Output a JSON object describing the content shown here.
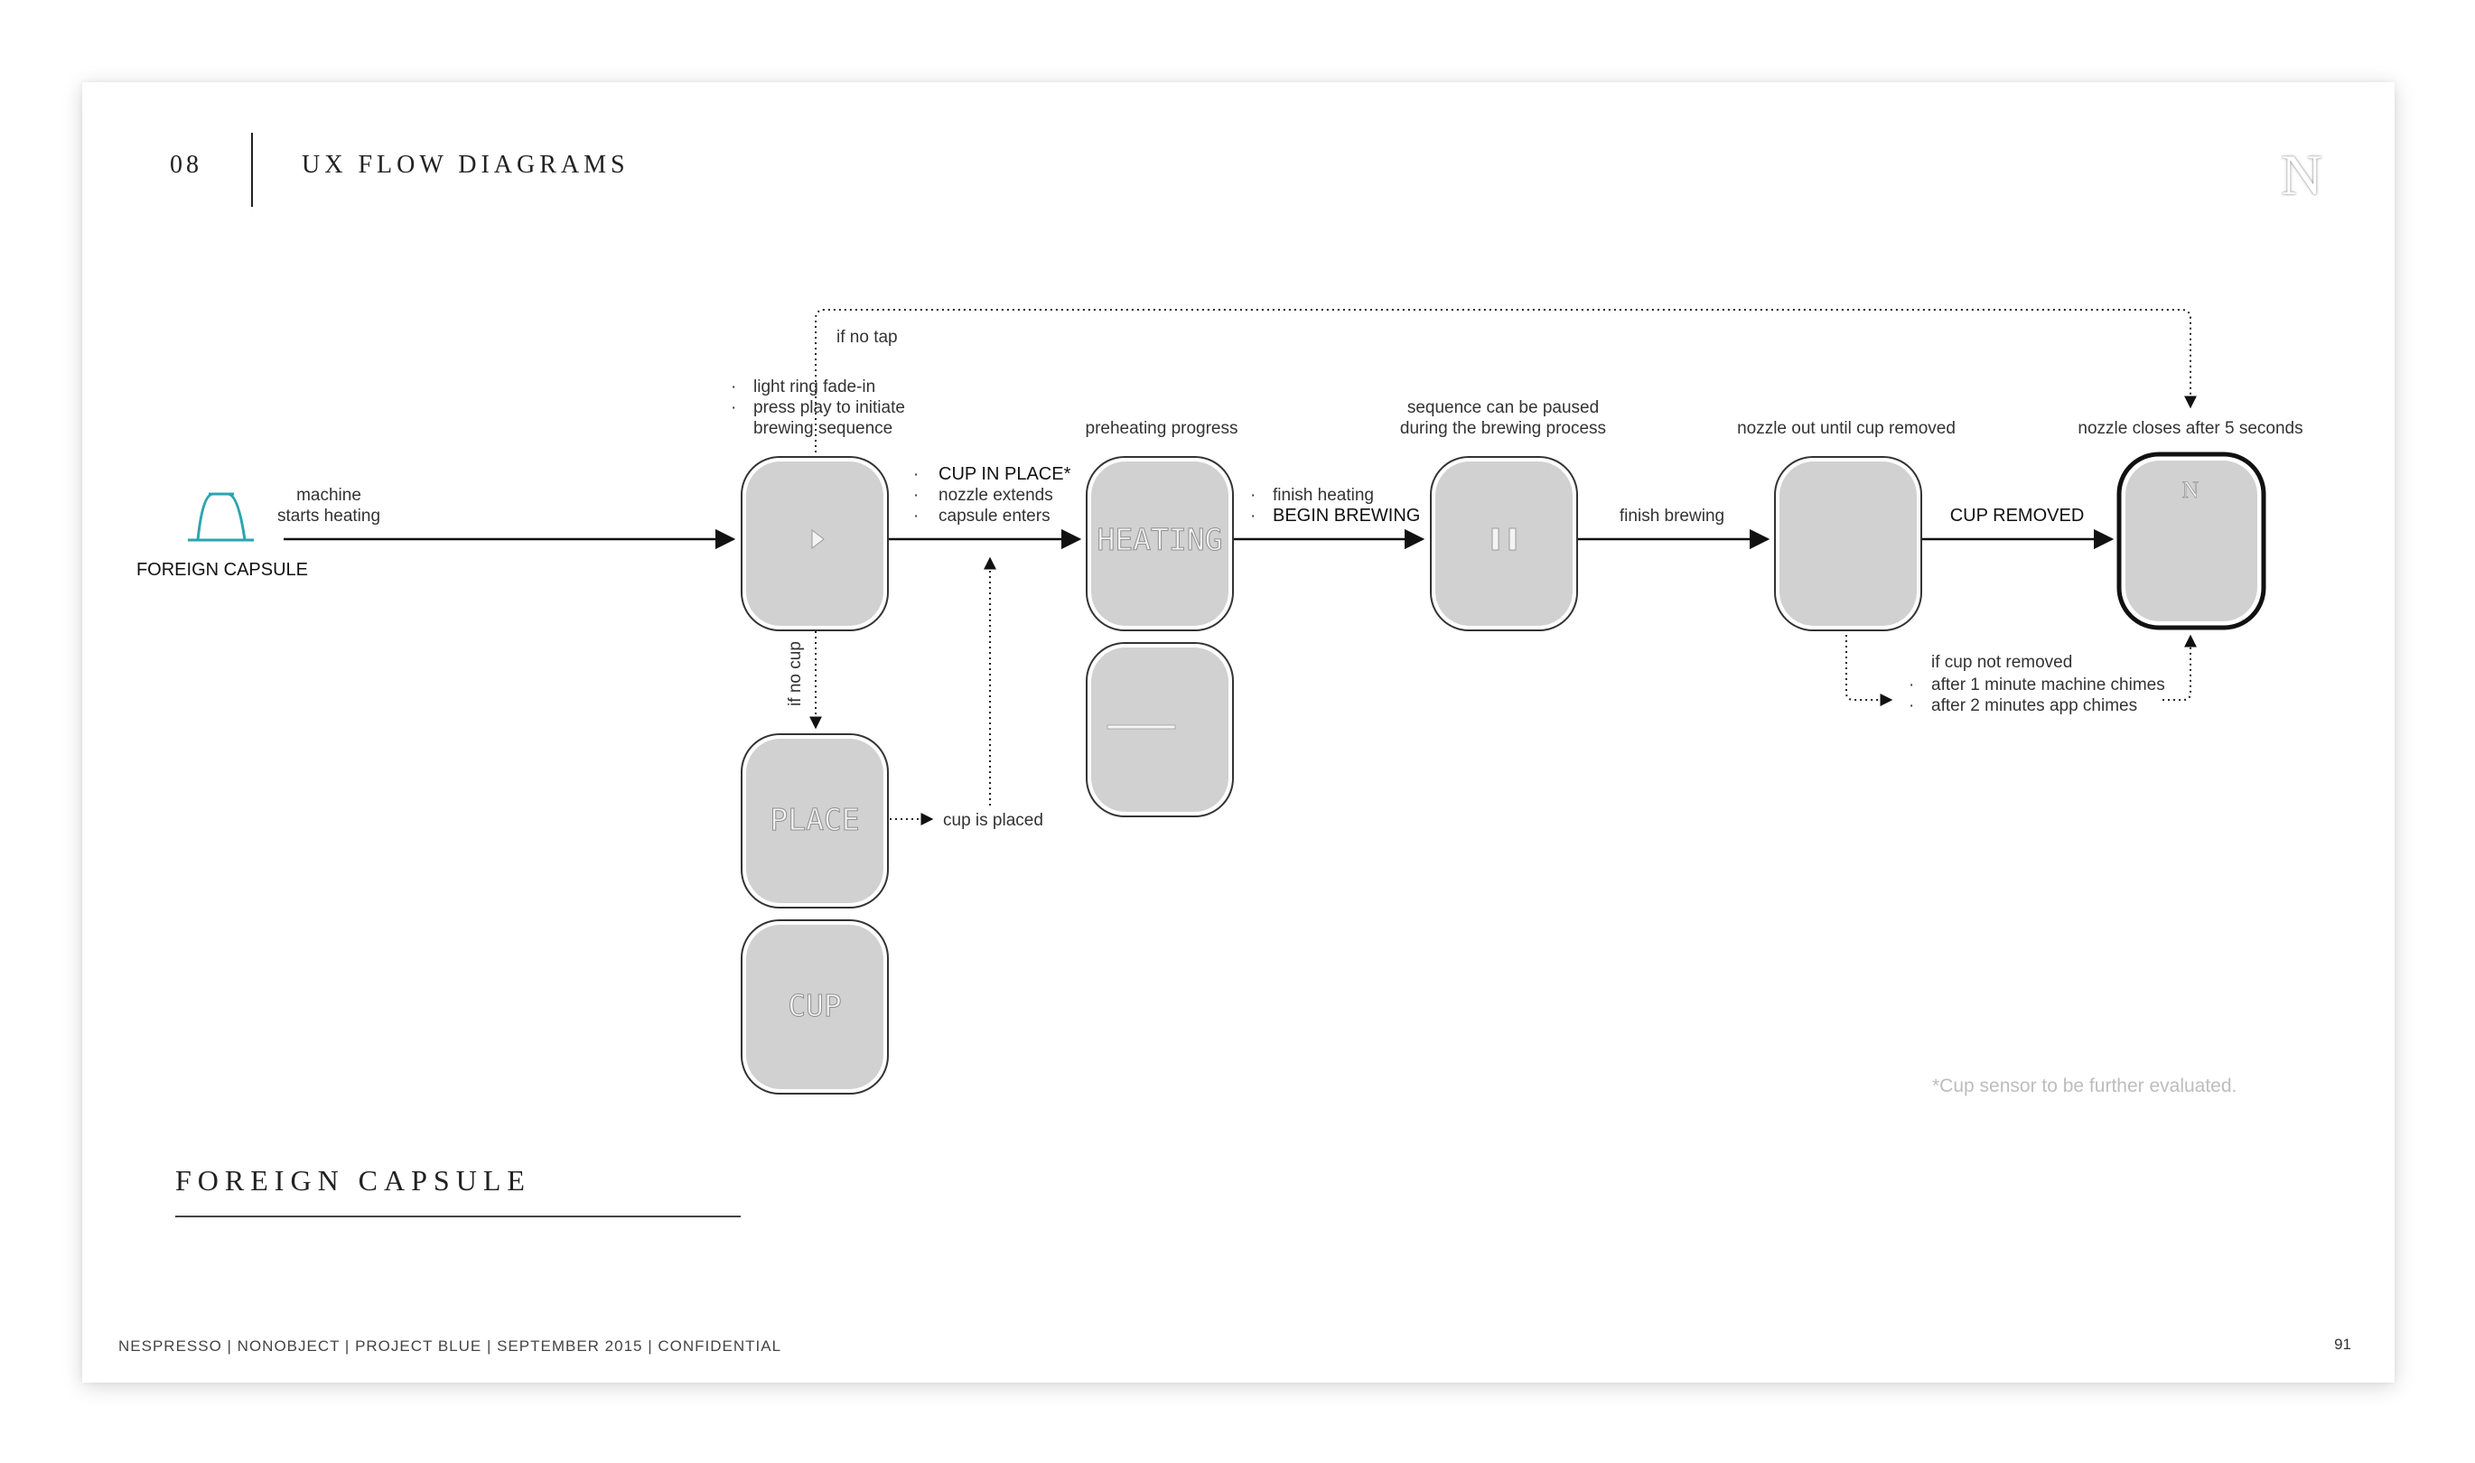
{
  "header": {
    "section_number": "08",
    "section_title": "UX FLOW DIAGRAMS",
    "logo_glyph": "N"
  },
  "diagram": {
    "title": "FOREIGN CAPSULE",
    "start_node": {
      "label": "FOREIGN CAPSULE",
      "icon": "capsule-icon",
      "icon_color": "#2aa5b0"
    },
    "labels": {
      "machine": "machine",
      "starts_heating": "starts heating",
      "if_no_tap": "if no tap",
      "fade_in": "light ring fade-in",
      "press_play_1": "press play to initiate",
      "press_play_2": "brewing sequence",
      "cup_in_place": "CUP IN PLACE*",
      "nozzle_extends": "nozzle extends",
      "capsule_enters": "capsule enters",
      "preheating": "preheating progress",
      "finish_heating": "finish heating",
      "begin_brewing": "BEGIN BREWING",
      "paused_1": "sequence can be paused",
      "paused_2": "during the brewing process",
      "finish_brewing": "finish brewing",
      "nozzle_out": "nozzle out until cup removed",
      "cup_removed": "CUP REMOVED",
      "nozzle_closes": "nozzle closes after 5 seconds",
      "if_no_cup": "if no cup",
      "cup_is_placed": "cup is placed",
      "if_cup_not_removed": "if cup not removed",
      "after_1_min": "after 1 minute machine chimes",
      "after_2_min": "after 2 minutes app chimes"
    },
    "screens": {
      "play": "",
      "heating": "HEATING",
      "pause": "",
      "place": "PLACE",
      "cup": "CUP",
      "final_logo": "N"
    },
    "colors": {
      "screen_fill": "#d1d1d1",
      "accent": "#2aa5b0"
    }
  },
  "footnote": "*Cup sensor to be further evaluated.",
  "footer": {
    "text": "NESPRESSO  |  NONOBJECT  |  PROJECT BLUE  |  SEPTEMBER 2015  |  CONFIDENTIAL",
    "page_number": "91"
  }
}
